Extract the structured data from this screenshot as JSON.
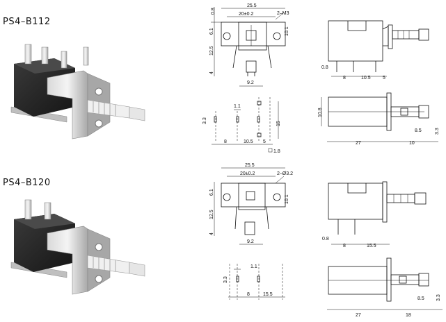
{
  "models": [
    {
      "name": "PS4–B112"
    },
    {
      "name": "PS4–B120"
    }
  ],
  "top_front": {
    "w_total": "25.5",
    "w_hole": "20±0.2",
    "top_off": "0.8",
    "h_upper": "6.1",
    "h_body": "12.5",
    "h_pin": "4",
    "h_hole": "10.1",
    "w_base": "9.2",
    "hole_note": "2–M3"
  },
  "top_side": {
    "d1": "0.8",
    "d2": "8",
    "d3": "10.5",
    "d4": "5"
  },
  "top_pins": {
    "p1": "1.1",
    "p2": "3.3",
    "p3": "8",
    "p4": "10.5",
    "p5": "5",
    "p6": "15",
    "p7": "1.8"
  },
  "top_plan": {
    "h": "10.8",
    "w1": "27",
    "w2": "10",
    "w3": "8.5",
    "w4": "3.3"
  },
  "bot_front": {
    "w_total": "25.5",
    "w_hole": "20±0.2",
    "hole_note": "2–Ø3.2",
    "h_upper": "6.1",
    "h_hole": "10.1",
    "h_body": "12.5",
    "h_pin": "4",
    "w_base": "9.2"
  },
  "bot_side": {
    "d1": "0.8",
    "d2": "8",
    "d3": "15.5"
  },
  "bot_pins": {
    "p1": "1.1",
    "p2": "3.3",
    "p3": "8",
    "p4": "15.5"
  },
  "bot_plan": {
    "w1": "27",
    "w2": "18",
    "w3": "8.5",
    "w4": "3.3"
  }
}
